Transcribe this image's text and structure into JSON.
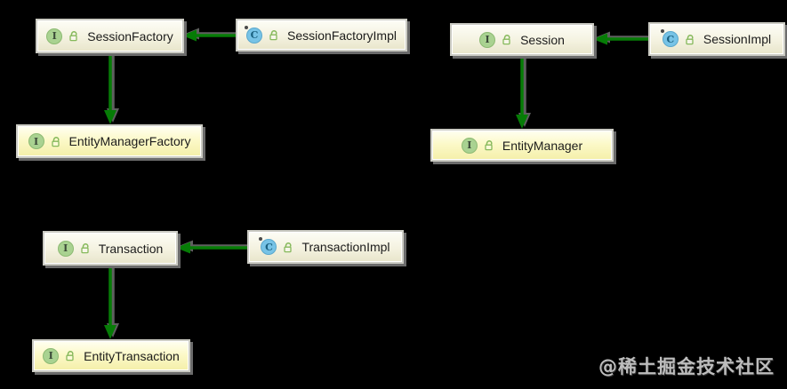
{
  "background": "#000000",
  "icons": {
    "interface_badge": "I",
    "class_badge": "C"
  },
  "diagram": {
    "nodes": [
      {
        "label": "SessionFactory",
        "kind": "interface"
      },
      {
        "label": "SessionFactoryImpl",
        "kind": "class"
      },
      {
        "label": "EntityManagerFactory",
        "kind": "interface"
      },
      {
        "label": "Session",
        "kind": "interface"
      },
      {
        "label": "SessionImpl",
        "kind": "class"
      },
      {
        "label": "EntityManager",
        "kind": "interface"
      },
      {
        "label": "Transaction",
        "kind": "interface"
      },
      {
        "label": "TransactionImpl",
        "kind": "class"
      },
      {
        "label": "EntityTransaction",
        "kind": "interface"
      }
    ],
    "edges": [
      {
        "from": "SessionFactoryImpl",
        "to": "SessionFactory"
      },
      {
        "from": "SessionFactory",
        "to": "EntityManagerFactory"
      },
      {
        "from": "SessionImpl",
        "to": "Session"
      },
      {
        "from": "Session",
        "to": "EntityManager"
      },
      {
        "from": "TransactionImpl",
        "to": "Transaction"
      },
      {
        "from": "Transaction",
        "to": "EntityTransaction"
      }
    ],
    "arrow_color": "#067c06"
  },
  "watermark": {
    "text": "@稀土掘金技术社区",
    "color": "#bdbdbd"
  }
}
